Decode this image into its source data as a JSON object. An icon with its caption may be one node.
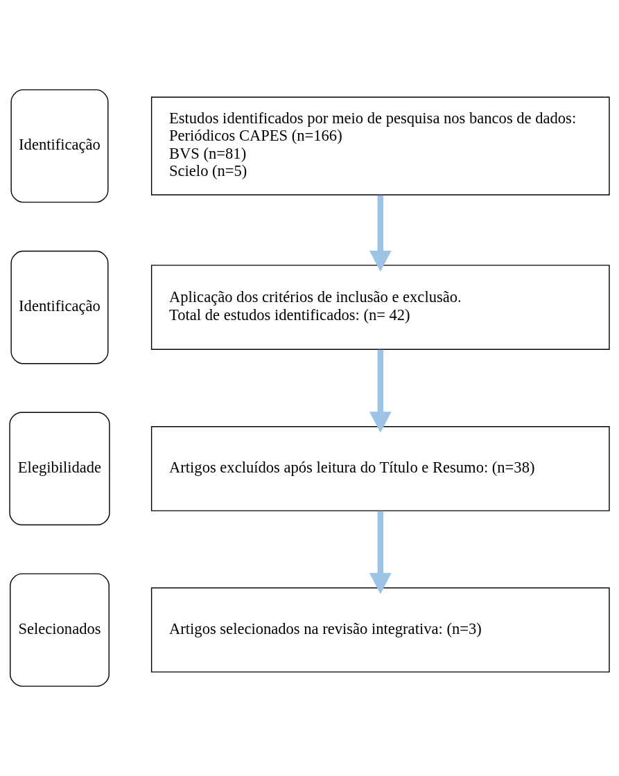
{
  "diagram": {
    "nodes": [
      {
        "text": [
          "Identificação"
        ]
      },
      {
        "text": [
          "Identificação"
        ]
      },
      {
        "text": [
          "Elegibilidade"
        ]
      },
      {
        "text": [
          "Selecionados"
        ]
      },
      {
        "text": [
          "Estudos identificados por meio de pesquisa nos bancos de dados:",
          "Periódicos CAPES (n=166)",
          "BVS (n=81)",
          "Scielo (n=5)"
        ]
      },
      {
        "text": [
          "Aplicação dos critérios de inclusão e exclusão.",
          "Total de estudos identificados: (n= 42)"
        ]
      },
      {
        "text": [
          "Artigos excluídos após leitura do Título e Resumo: (n=38)"
        ]
      },
      {
        "text": [
          "Artigos selecionados na revisão integrativa: (n=3)"
        ]
      }
    ],
    "edges": [
      {
        "from": 4,
        "to": 5,
        "arrow": "to"
      },
      {
        "from": 5,
        "to": 6,
        "arrow": "to"
      },
      {
        "from": 6,
        "to": 7,
        "arrow": "to"
      }
    ]
  }
}
